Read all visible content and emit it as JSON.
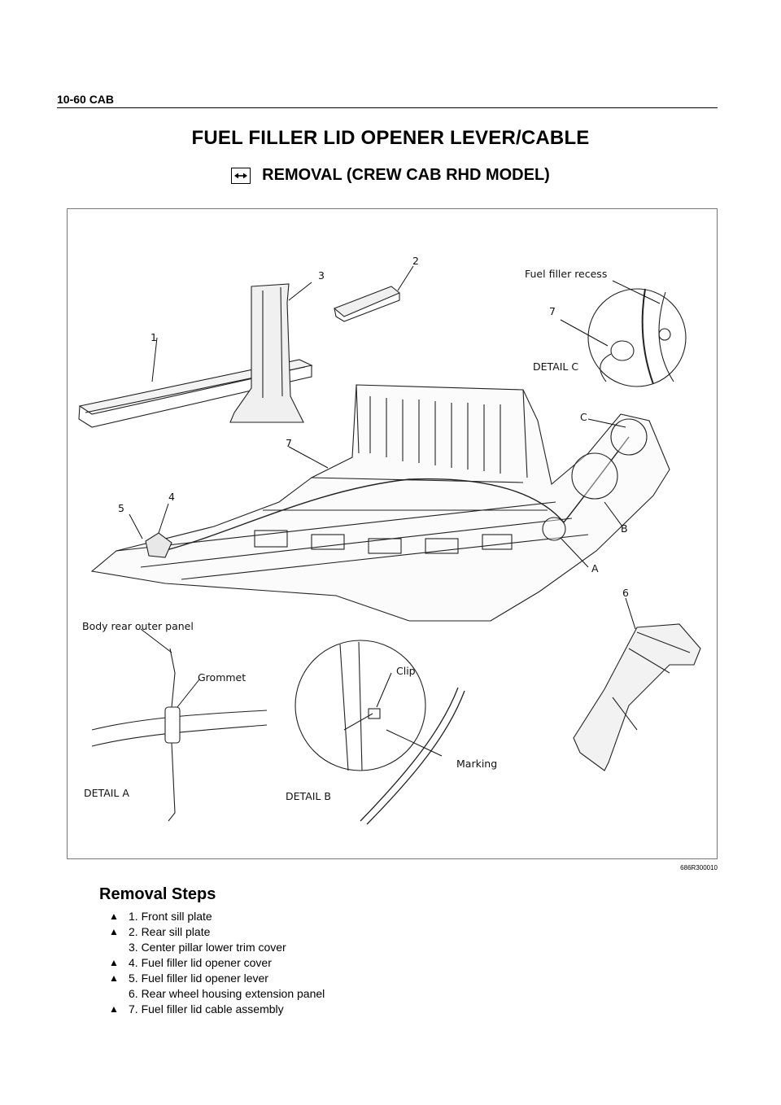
{
  "header": {
    "text": "10-60  CAB"
  },
  "title": "FUEL FILLER LID OPENER LEVER/CABLE",
  "subtitle": "REMOVAL (CREW CAB RHD MODEL)",
  "figure": {
    "callouts": {
      "c1": "1",
      "c2": "2",
      "c3": "3",
      "c4": "4",
      "c5": "5",
      "c6": "6",
      "c7": "7",
      "c7b": "7",
      "fuel_filler_recess": "Fuel filler recess",
      "detail_c": "DETAIL C",
      "letter_c": "C",
      "letter_b": "B",
      "letter_a": "A",
      "body_rear_outer_panel": "Body rear outer panel",
      "grommet": "Grommet",
      "detail_a": "DETAIL A",
      "clip": "Clip",
      "marking": "Marking",
      "detail_b": "DETAIL B"
    },
    "code": "686R300010"
  },
  "steps": {
    "title": "Removal Steps",
    "marker": "▲",
    "items": [
      {
        "text": "1. Front sill plate",
        "marked": true
      },
      {
        "text": "2. Rear sill plate",
        "marked": true
      },
      {
        "text": "3. Center pillar lower trim cover",
        "marked": false
      },
      {
        "text": "4. Fuel filler lid opener cover",
        "marked": true
      },
      {
        "text": "5. Fuel filler lid opener lever",
        "marked": true
      },
      {
        "text": "6. Rear wheel housing extension panel",
        "marked": false
      },
      {
        "text": "7. Fuel filler lid cable assembly",
        "marked": true
      }
    ]
  }
}
